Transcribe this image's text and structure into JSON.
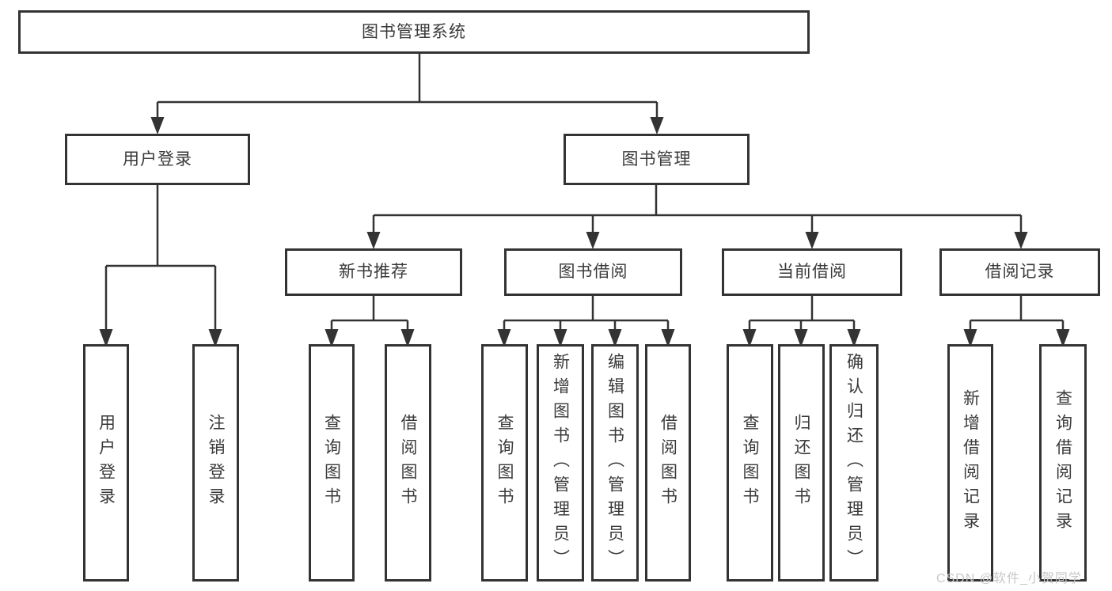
{
  "tree": {
    "root": {
      "label": "图书管理系统"
    },
    "branches": [
      {
        "label": "用户登录",
        "children": [
          {
            "label": "用户登录"
          },
          {
            "label": "注销登录"
          }
        ]
      },
      {
        "label": "图书管理",
        "children": [
          {
            "label": "新书推荐",
            "children": [
              {
                "label": "查询图书"
              },
              {
                "label": "借阅图书"
              }
            ]
          },
          {
            "label": "图书借阅",
            "children": [
              {
                "label": "查询图书"
              },
              {
                "label": "新增图书（管理员）"
              },
              {
                "label": "编辑图书（管理员）"
              },
              {
                "label": "借阅图书"
              }
            ]
          },
          {
            "label": "当前借阅",
            "children": [
              {
                "label": "查询图书"
              },
              {
                "label": "归还图书"
              },
              {
                "label": "确认归还（管理员）"
              }
            ]
          },
          {
            "label": "借阅记录",
            "children": [
              {
                "label": "新增借阅记录"
              },
              {
                "label": "查询借阅记录"
              }
            ]
          }
        ]
      }
    ]
  },
  "watermark": {
    "text": "CSDN @软件_小贺同学"
  },
  "colors": {
    "line": "#333333",
    "text": "#3a3a3a",
    "watermark": "#c7c7c7",
    "background": "#ffffff"
  }
}
